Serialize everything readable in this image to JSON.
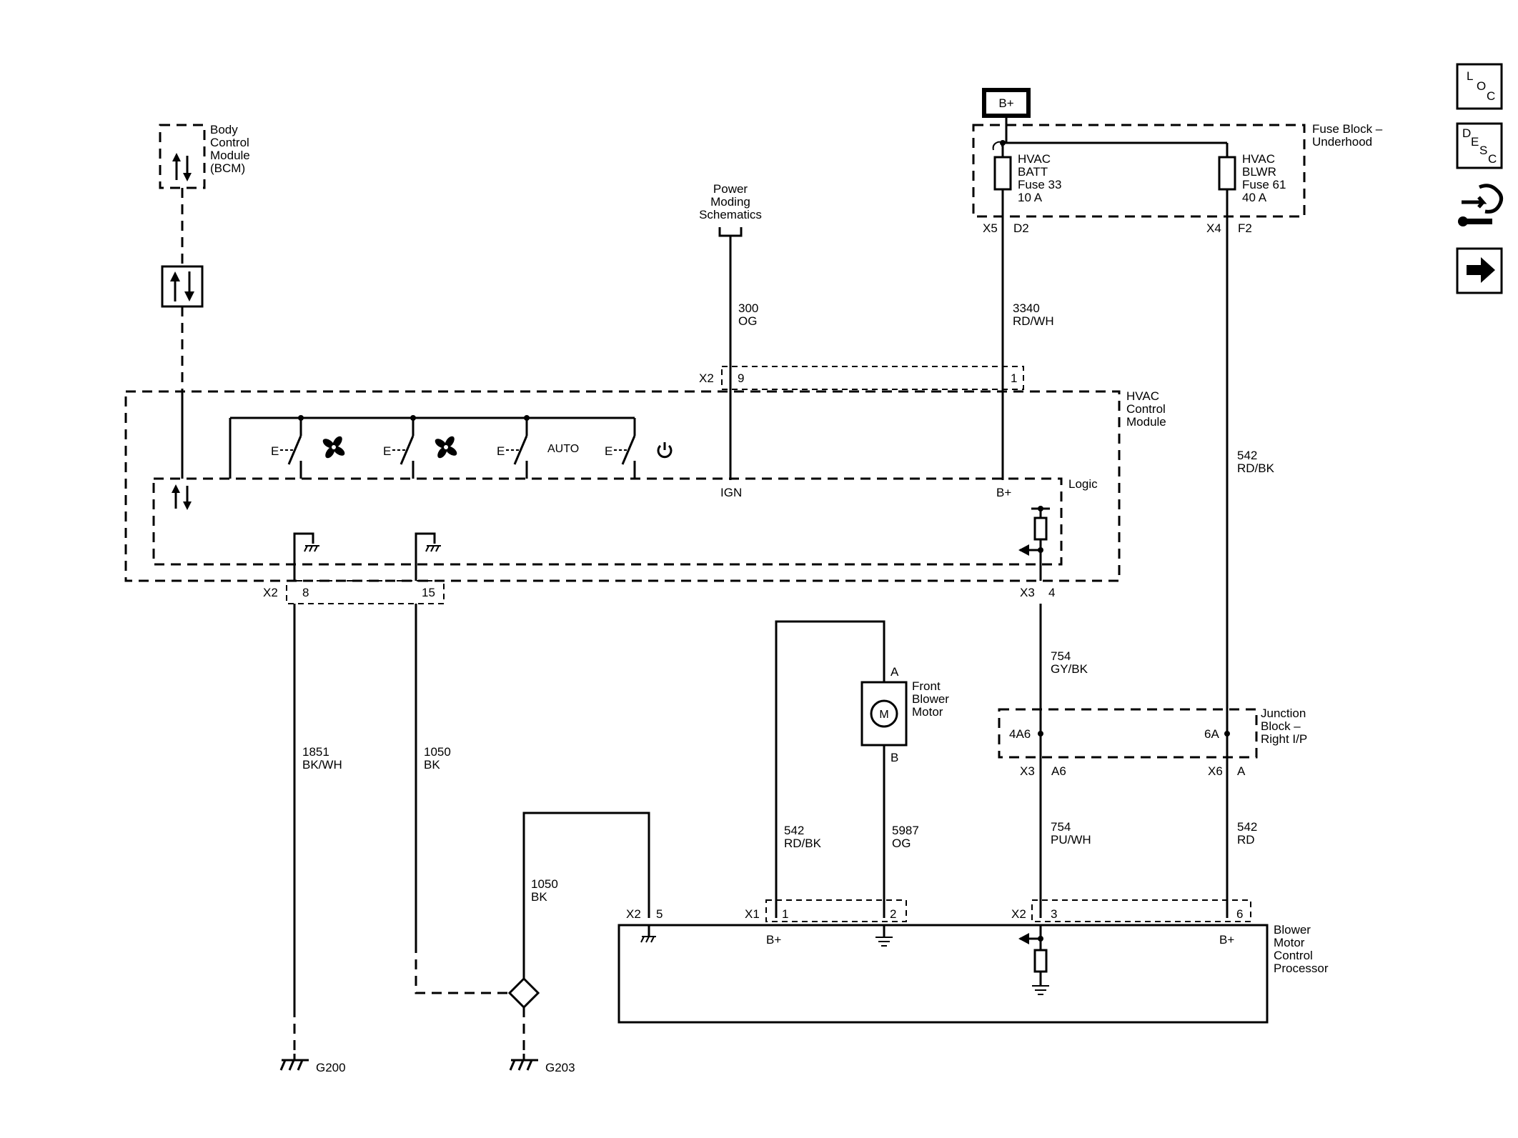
{
  "power": {
    "bplus_label": "B+"
  },
  "fuse_block": {
    "name_line1": "Fuse Block –",
    "name_line2": "Underhood",
    "fuse1": {
      "l1": "HVAC",
      "l2": "BATT",
      "l3": "Fuse 33",
      "l4": "10 A"
    },
    "fuse2": {
      "l1": "HVAC",
      "l2": "BLWR",
      "l3": "Fuse 61",
      "l4": "40 A"
    },
    "conn_x5": "X5",
    "pin_d2": "D2",
    "conn_x4": "X4",
    "pin_f2": "F2"
  },
  "bcm": {
    "l1": "Body",
    "l2": "Control",
    "l3": "Module",
    "l4": "(BCM)"
  },
  "power_moding": {
    "l1": "Power",
    "l2": "Moding",
    "l3": "Schematics"
  },
  "wires": {
    "w300": {
      "num": "300",
      "color": "OG"
    },
    "w3340": {
      "num": "3340",
      "color": "RD/WH"
    },
    "w542_top": {
      "num": "542",
      "color": "RD/BK"
    },
    "w754_top": {
      "num": "754",
      "color": "GY/BK"
    },
    "w1851": {
      "num": "1851",
      "color": "BK/WH"
    },
    "w1050_a": {
      "num": "1050",
      "color": "BK"
    },
    "w1050_b": {
      "num": "1050",
      "color": "BK"
    },
    "w542_mid": {
      "num": "542",
      "color": "RD/BK"
    },
    "w5987": {
      "num": "5987",
      "color": "OG"
    },
    "w754_bot": {
      "num": "754",
      "color": "PU/WH"
    },
    "w542_bot": {
      "num": "542",
      "color": "RD"
    }
  },
  "hvac_module": {
    "name_l1": "HVAC",
    "name_l2": "Control",
    "name_l3": "Module",
    "logic": "Logic",
    "ign": "IGN",
    "bplus": "B+",
    "auto": "AUTO",
    "x2": "X2",
    "pin9": "9",
    "pin1": "1",
    "x2_bot": "X2",
    "pin8": "8",
    "pin15": "15",
    "x3": "X3",
    "pin4": "4"
  },
  "junction_block": {
    "l1": "Junction",
    "l2": "Block –",
    "l3": "Right I/P",
    "p4a6": "4A6",
    "p6a": "6A",
    "x3": "X3",
    "a6": "A6",
    "x6": "X6",
    "a": "A"
  },
  "blower_motor": {
    "l1": "Front",
    "l2": "Blower",
    "l3": "Motor",
    "pin_a": "A",
    "pin_b": "B",
    "symbol": "M"
  },
  "bmcp": {
    "l1": "Blower",
    "l2": "Motor",
    "l3": "Control",
    "l4": "Processor",
    "x2a": "X2",
    "pin5": "5",
    "x1": "X1",
    "pin1": "1",
    "pin2": "2",
    "x2b": "X2",
    "pin3": "3",
    "pin6": "6",
    "bplus1": "B+",
    "bplus2": "B+"
  },
  "grounds": {
    "g200": "G200",
    "g203": "G203"
  },
  "side_nav": {
    "loc": {
      "a": "L",
      "b": "O",
      "c": "C"
    },
    "desc": {
      "a": "D",
      "b": "E",
      "c": "S",
      "d": "C"
    },
    "icons": [
      "loc-icon",
      "desc-icon",
      "connector-tools-icon",
      "arrow-right-icon"
    ]
  },
  "colors": {
    "ink": "#000000",
    "paper": "#ffffff"
  }
}
